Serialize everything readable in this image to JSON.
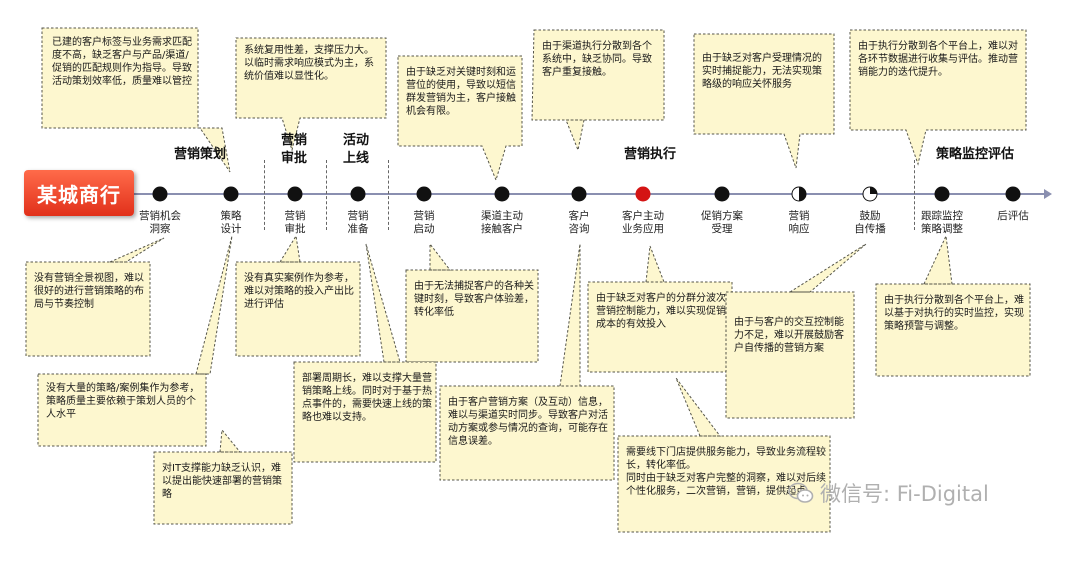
{
  "brand": "某城商行",
  "phases": [
    {
      "id": "strategy",
      "label": "营销策划"
    },
    {
      "id": "approval",
      "label": "营销\n审批"
    },
    {
      "id": "launch",
      "label": "活动\n上线"
    },
    {
      "id": "execution",
      "label": "营销执行"
    },
    {
      "id": "monitor",
      "label": "策略监控评估"
    }
  ],
  "nodes": [
    {
      "label": "营销机会\n洞察",
      "style": "solid"
    },
    {
      "label": "策略\n设计",
      "style": "solid"
    },
    {
      "label": "营销\n审批",
      "style": "solid"
    },
    {
      "label": "营销\n准备",
      "style": "solid"
    },
    {
      "label": "营销\n启动",
      "style": "solid"
    },
    {
      "label": "渠道主动\n接触客户",
      "style": "solid"
    },
    {
      "label": "客户\n咨询",
      "style": "solid"
    },
    {
      "label": "客户主动\n业务应用",
      "style": "red"
    },
    {
      "label": "促销方案\n受理",
      "style": "solid"
    },
    {
      "label": "营销\n响应",
      "style": "half"
    },
    {
      "label": "鼓励\n自传播",
      "style": "quarter"
    },
    {
      "label": "跟踪监控\n策略调整",
      "style": "solid"
    },
    {
      "label": "后评估",
      "style": "solid"
    }
  ],
  "callouts": {
    "c1": "已建的客户标签与业务需求匹配度不高，缺乏客户与产品/渠道/促销的匹配规则作为指导。导致活动策划效率低，质量难以管控",
    "c2": "系统复用性差，支撑压力大。\n以临时需求响应模式为主，系统价值难以显性化。",
    "c3": "由于缺乏对关键时刻和运营位的使用，导致以短信群发营销为主，客户接触机会有限。",
    "c4": "由于渠道执行分散到各个系统中，缺乏协同。导致客户重复接触。",
    "c5": "由于缺乏对客户受理情况的实时捕捉能力，无法实现策略级的响应关怀服务",
    "c6": "由于执行分散到各个平台上，难以对各环节数据进行收集与评估。推动营销能力的迭代提升。",
    "c7": "没有营销全景视图，难以很好的进行营销策略的布局与节奏控制",
    "c8": "没有真实案例作为参考，难以对策略的投入产出比进行评估",
    "c9": "由于无法捕捉客户的各种关键时刻，导致客户体验差，转化率低",
    "c10": "由于缺乏对客户的分群分波次营销控制能力，难以实现促销成本的有效投入",
    "c11": "由于执行分散到各个平台上，难以基于对执行的实时监控，实现策略预警与调整。",
    "c12": "没有大量的策略/案例集作为参考，策略质量主要依赖于策划人员的个人水平",
    "c13": "部署周期长，难以支撑大量营销策略上线。同时对于基于热点事件的，需要快速上线的策略也难以支持。",
    "c14": "由于与客户的交互控制能力不足，难以开展鼓励客户自传播的营销方案",
    "c15": "由于客户营销方案（及互动）信息，难以与渠道实时同步。导致客户对活动方案或参与情况的查询，可能存在信息误差。",
    "c16": "对IT支撑能力缺乏认识，难以提出能快速部署的营销策略",
    "c17": "需要线下门店提供服务能力，导致业务流程较长，转化率低。\n同时由于缺乏对客户完整的洞察，难以对后续个性化服务，二次营销，营销，提供起点。"
  },
  "watermark": "微信号: Fi-Digital"
}
